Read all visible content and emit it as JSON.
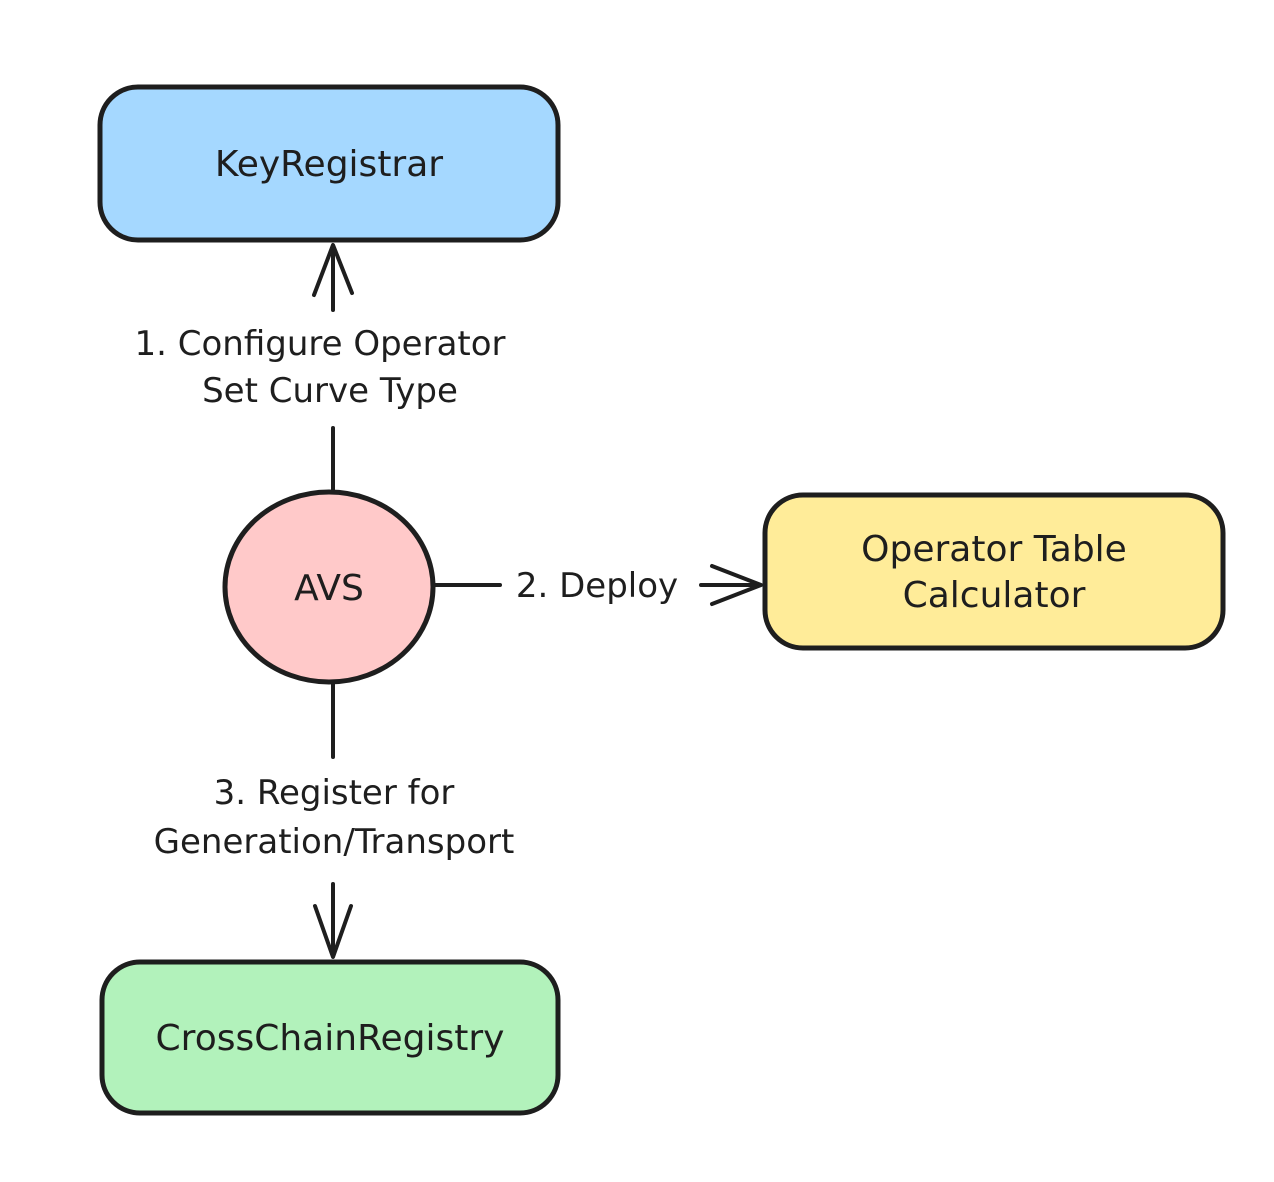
{
  "diagram": {
    "background_color": "#ffffff",
    "stroke_color": "#1e1e1e",
    "text_color": "#1e1e1e",
    "nodes": {
      "key_registrar": {
        "label": "KeyRegistrar",
        "fill": "#a5d8ff",
        "shape": "rounded-rect"
      },
      "avs": {
        "label": "AVS",
        "fill": "#ffc9c9",
        "shape": "ellipse"
      },
      "operator_table_calculator": {
        "lines": [
          "Operator Table",
          "Calculator"
        ],
        "fill": "#ffec99",
        "shape": "rounded-rect"
      },
      "cross_chain_registry": {
        "label": "CrossChainRegistry",
        "fill": "#b2f2bb",
        "shape": "rounded-rect"
      }
    },
    "edges": [
      {
        "from": "AVS",
        "to": "KeyRegistrar",
        "direction": "up",
        "lines": [
          "1. Configure Operator",
          "Set Curve Type"
        ]
      },
      {
        "from": "AVS",
        "to": "Operator Table Calculator",
        "direction": "right",
        "lines": [
          "2. Deploy"
        ]
      },
      {
        "from": "AVS",
        "to": "CrossChainRegistry",
        "direction": "down",
        "lines": [
          "3. Register for",
          "Generation/Transport"
        ]
      }
    ]
  }
}
